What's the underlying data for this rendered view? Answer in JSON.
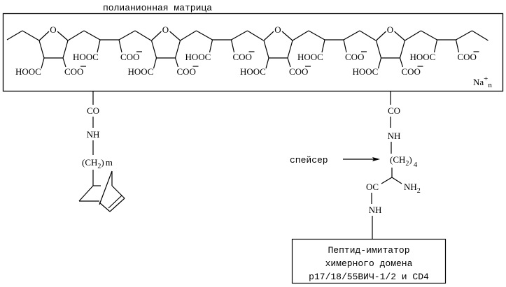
{
  "matrix": {
    "title": "полианионная матрица",
    "counterion": "Na",
    "counterion_charge": "+",
    "counterion_subscript": "n",
    "repeat_units": 4,
    "unit_labels": {
      "ring_oxygen": "O",
      "ring_acid": "HOOC",
      "ring_anion": "COO",
      "chain_acid": "HOOC",
      "chain_anion": "COO",
      "anion_charge": "−"
    }
  },
  "left_linker": {
    "carbonyl": "CO",
    "amide": "NH",
    "methylene": "(CH",
    "methylene_sub": "2",
    "methylene_close": ")",
    "repeat": "m",
    "terminal_group": "norbornene"
  },
  "right_linker": {
    "carbonyl": "CO",
    "amide": "NH",
    "spacer_label": "спейсер",
    "methylene": "(CH",
    "methylene_sub": "2",
    "methylene_close": ")",
    "repeat": "4",
    "carbonyl2": "OC",
    "amine": "NH",
    "amine_sub": "2",
    "amide2": "NH"
  },
  "peptide_box": {
    "line1": "Пептид-имитатор",
    "line2": "химерного домена",
    "line3": "p17/18/55ВИЧ-1/2 и CD4"
  }
}
